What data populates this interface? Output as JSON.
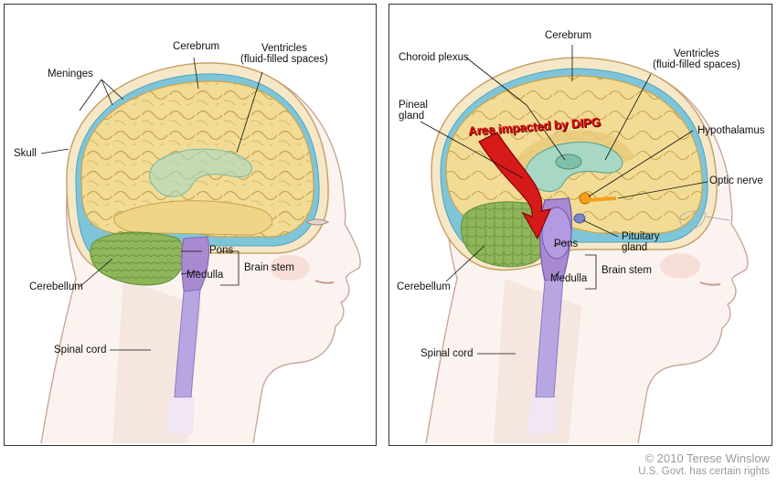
{
  "left_panel": {
    "labels": {
      "cerebrum": "Cerebrum",
      "ventricles": "Ventricles\n(fluid-filled spaces)",
      "meninges": "Meninges",
      "skull": "Skull",
      "pons": "Pons",
      "brain_stem": "Brain stem",
      "medulla": "Medulla",
      "cerebellum": "Cerebellum",
      "spinal_cord": "Spinal cord"
    }
  },
  "right_panel": {
    "labels": {
      "cerebrum": "Cerebrum",
      "choroid_plexus": "Choroid plexus",
      "ventricles": "Ventricles\n(fluid-filled spaces)",
      "pineal_gland": "Pineal\ngland",
      "area_impacted": "Area impacted by DIPG",
      "hypothalamus": "Hypothalamus",
      "optic_nerve": "Optic nerve",
      "pituitary_gland": "Pituitary\ngland",
      "pons": "Pons",
      "brain_stem": "Brain stem",
      "medulla": "Medulla",
      "cerebellum": "Cerebellum",
      "spinal_cord": "Spinal cord"
    }
  },
  "credit": {
    "line1": "© 2010 Terese Winslow",
    "line2": "U.S. Govt. has certain rights"
  },
  "colors": {
    "brain": "#f2dc95",
    "brain_fold": "#c9a44e",
    "meninges": "#7fc5d9",
    "skull": "#f6e8c7",
    "cerebellum": "#8fb65b",
    "brain_stem": "#a88ad0",
    "spinal_cord": "#b8a6e2",
    "ventricles": "#a8d8c4",
    "arrow": "#d61a1a",
    "skin_outline": "#c8a89a"
  }
}
